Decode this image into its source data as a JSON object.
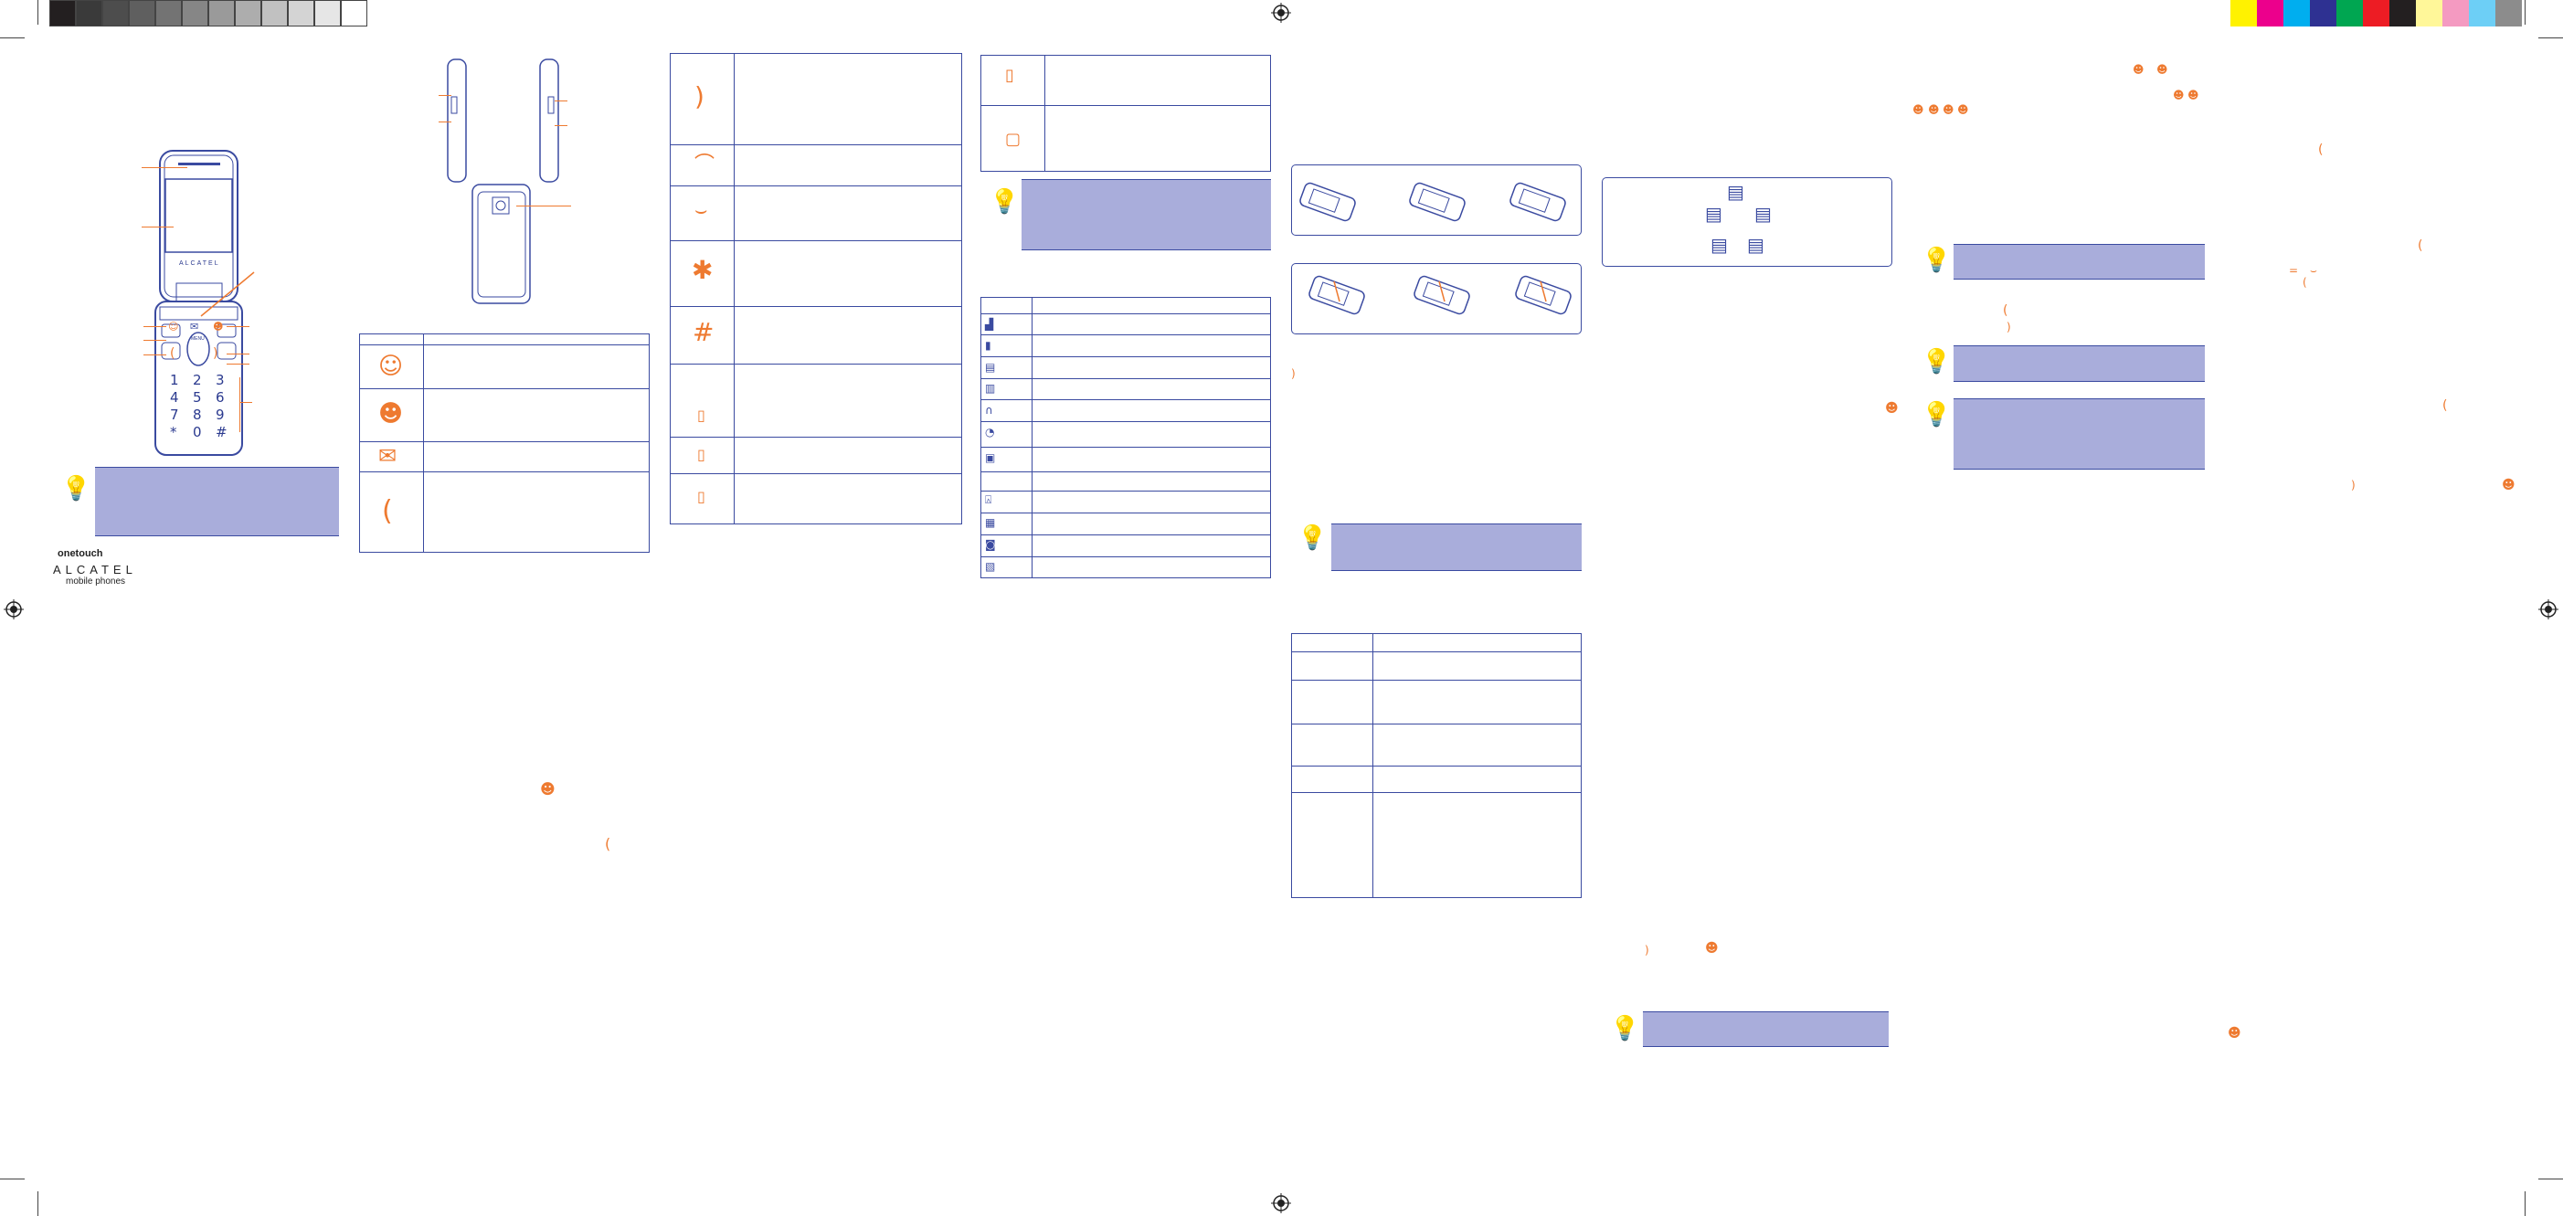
{
  "color_bar_left": [
    "#231f20",
    "#3a3a3a",
    "#4d4d4d",
    "#5f5f5f",
    "#737373",
    "#868686",
    "#9a9a9a",
    "#adadad",
    "#c1c1c1",
    "#d4d4d4",
    "#e6e6e6",
    "#ffffff"
  ],
  "color_bar_right": [
    "#fff200",
    "#ec008c",
    "#00aeef",
    "#2e3192",
    "#00a651",
    "#ed1c24",
    "#231f20",
    "#fff799",
    "#f49ac1",
    "#6dcff6",
    "#8c8c8c"
  ],
  "accent_orange": "#ee7a30",
  "accent_blue": "#3a4aa0",
  "note_fill": "#a9addb",
  "brand": {
    "onetouch": "onetouch",
    "alcatel": "ALCATEL",
    "tagline": "mobile phones",
    "screen_brand": "ALCATEL"
  },
  "keypad": {
    "menu_label": "MENU",
    "keys": [
      "1",
      "2",
      "3",
      "4",
      "5",
      "6",
      "7",
      "8",
      "9",
      "*",
      "0",
      "#"
    ]
  },
  "tables": {
    "icon_table": [
      "contact-icon",
      "profile-icon",
      "mail-icon",
      "call-icon"
    ],
    "key_table": [
      "hangup-icon",
      "up-icon",
      "down-icon",
      "star-icon",
      "hash-icon",
      "blank",
      "side-key-icon",
      "side-key-icon",
      "side-key-icon"
    ],
    "status_table": [
      "signal-icon",
      "battery-icon",
      "keyboard-lock-icon",
      "message-icon",
      "headset-icon",
      "alarm-icon",
      "memory-icon",
      "vibrate-icon",
      "roaming-icon",
      "voicemail-icon",
      "divert-icon"
    ]
  }
}
